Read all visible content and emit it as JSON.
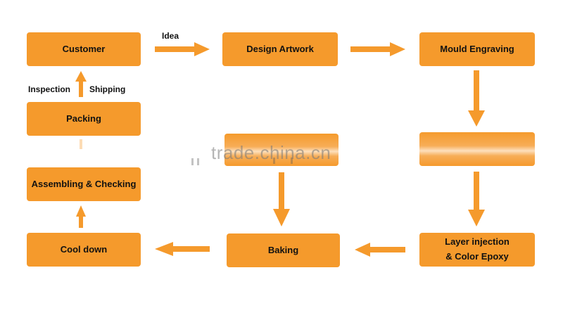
{
  "colors": {
    "box": "#f59a2c",
    "arrow": "#f59a2c",
    "text": "#111111"
  },
  "boxes": {
    "customer": "Customer",
    "design_artwork": "Design Artwork",
    "mould_engraving": "Mould Engraving",
    "packing": "Packing",
    "assembling_checking": "Assembling & Checking",
    "cool_down": "Cool down",
    "baking": "Baking",
    "layer_injection_line1": "Layer injection",
    "layer_injection_line2": "& Color Epoxy"
  },
  "labels": {
    "idea": "Idea",
    "inspection": "Inspection",
    "shipping": "Shipping"
  },
  "watermark": "trade.china.cn"
}
